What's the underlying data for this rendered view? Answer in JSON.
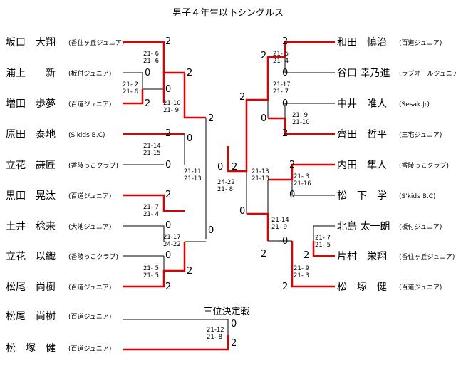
{
  "title": "男子４年生以下シングルス",
  "third_place_label": "三位決定戦",
  "colors": {
    "winner_line": "#e00000",
    "line": "#000000"
  },
  "left_players": [
    {
      "name": "坂口　大翔",
      "team": "(香住ヶ丘ジュニア)"
    },
    {
      "name": "浦上　　新",
      "team": "(板付ジュニア)"
    },
    {
      "name": "増田　歩夢",
      "team": "(百道ジュニア)"
    },
    {
      "name": "原田　泰地",
      "team": "(S'kids B.C)"
    },
    {
      "name": "立花　謙匠",
      "team": "(香陵っこクラブ)"
    },
    {
      "name": "黒田　晃汰",
      "team": "(百道ジュニア)"
    },
    {
      "name": "土井　稔来",
      "team": "(大池ジュニア)"
    },
    {
      "name": "立花　以織",
      "team": "(香陵っこクラブ)"
    },
    {
      "name": "松尾　尚樹",
      "team": "(百道ジュニア)"
    }
  ],
  "right_players": [
    {
      "name": "和田　慎治",
      "team": "(百道ジュニア)"
    },
    {
      "name": "谷口 幸乃進",
      "team": "(ラブオールジュニア)"
    },
    {
      "name": "中井　唯人",
      "team": "(Sesak.Jr)"
    },
    {
      "name": "齊田　哲平",
      "team": "(三宅ジュニア)"
    },
    {
      "name": "内田　隼人",
      "team": "(香陵っこクラブ)"
    },
    {
      "name": "松　下　学",
      "team": "(S'kids B.C)"
    },
    {
      "name": "北島 太一朗",
      "team": "(板付ジュニア)"
    },
    {
      "name": "片村　栄翔",
      "team": "(香住ヶ丘ジュニア)"
    },
    {
      "name": "松　塚　健",
      "team": "(百道ジュニア)"
    }
  ],
  "third_place_players": [
    {
      "name": "松尾　尚樹",
      "team": "(百道ジュニア)"
    },
    {
      "name": "松　塚　健",
      "team": "(百道ジュニア)"
    }
  ],
  "scores": {
    "l_r1_2": "2",
    "l_r1_3": "0",
    "l_r1_3b": "0",
    "l_r1_4": "2",
    "l_r2_top": "2",
    "l_r2_bot": "2",
    "l_r1_5": "2",
    "l_r1_6": "0",
    "l_r3_top": "2",
    "l_r3_bot": "0",
    "l_r1_7": "2",
    "l_r1_8": "0",
    "l_r1_9": "0",
    "l_r1_10": "2",
    "l_r2_4": "2",
    "l_r2_5": "0",
    "l_r2_6": "2",
    "final_left": "0",
    "final_right": "2",
    "r_r1_1": "2",
    "r_r1_2": "0",
    "r_r1_3": "2",
    "r_r1_4": "0",
    "r_r1_5": "2",
    "r_r2_1": "0",
    "r_r2_2": "2",
    "r_r1_6": "2",
    "r_r1_7": "0",
    "r_r1_8": "0",
    "r_r1_9": "0",
    "r_r1_10": "2",
    "r_r1_11": "2",
    "r_r2_3": "0",
    "r_r2_4": "2",
    "r_r1_12": "2",
    "third_top": "0",
    "third_bot": "2"
  },
  "game_scores": {
    "lg1": [
      "21- 6",
      "21- 6"
    ],
    "lg2": [
      "21- 2",
      "21- 6"
    ],
    "lg3": [
      "21-10",
      "21- 9"
    ],
    "lg4": [
      "21-14",
      "21-15"
    ],
    "lg5": [
      "21- 7",
      "21- 4"
    ],
    "lg6": [
      "21-17",
      "24-22"
    ],
    "lg7": [
      "21- 5",
      "21- 5"
    ],
    "lg8": [
      "21-11",
      "21-13"
    ],
    "fg": [
      "24-22",
      "21- 8"
    ],
    "rg1": [
      "21- 5",
      "21- 4"
    ],
    "rg2": [
      "21-17",
      "21- 7"
    ],
    "rg3": [
      "21- 9",
      "21-10"
    ],
    "rg4": [
      "21-13",
      "21-18"
    ],
    "rg5": [
      "21- 3",
      "21-16"
    ],
    "rg6": [
      "21-14",
      "21- 9"
    ],
    "rg7": [
      "21- 7",
      "21- 5"
    ],
    "rg8": [
      "21- 9",
      "21- 3"
    ],
    "tg": [
      "21-12",
      "21- 8"
    ]
  }
}
